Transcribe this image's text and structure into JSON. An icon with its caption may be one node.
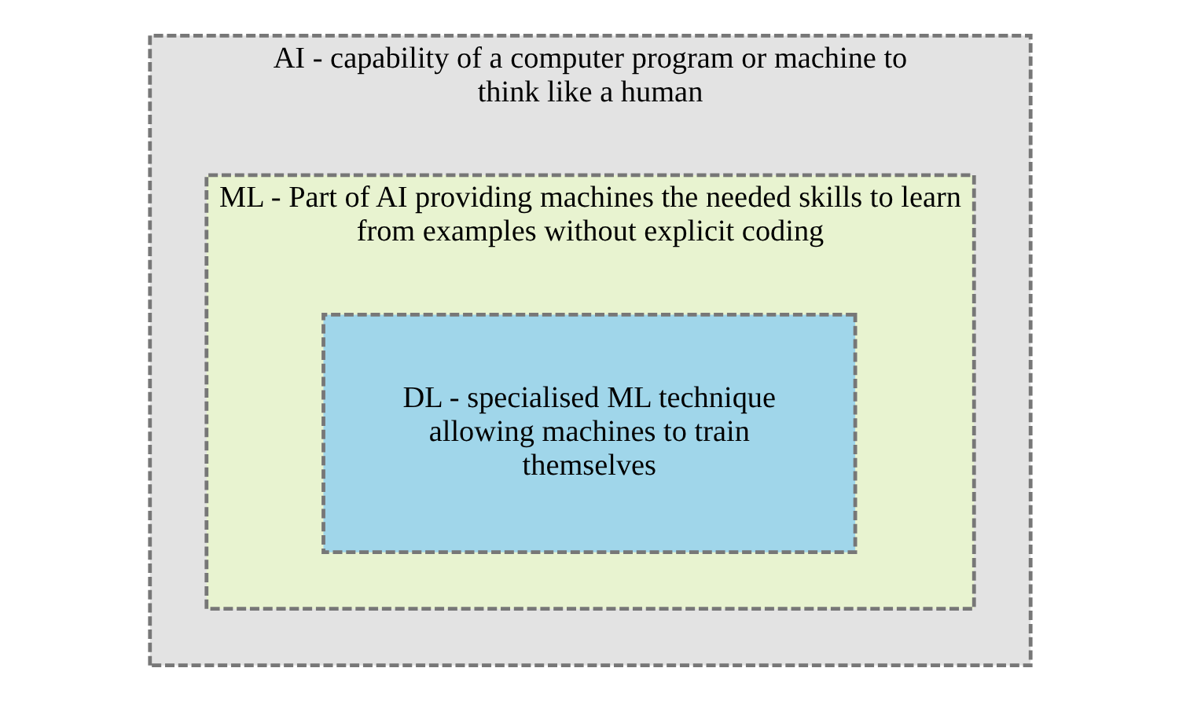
{
  "diagram": {
    "nodes": [
      {
        "text": [
          "AI - capability of a computer program or machine to think like a human"
        ]
      },
      {
        "text": [
          "ML - Part of AI providing machines the needed skills to learn from examples without explicit coding"
        ],
        "in": 0
      },
      {
        "text": [
          "DL - specialised ML technique allowing machines to train themselves"
        ],
        "in": 1
      }
    ]
  }
}
